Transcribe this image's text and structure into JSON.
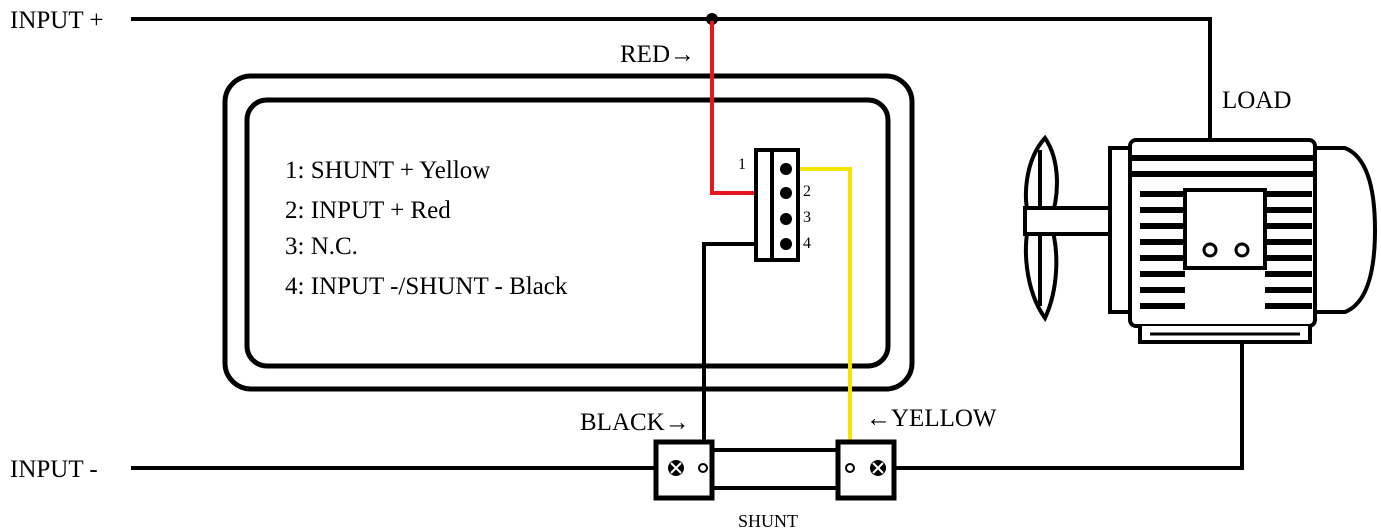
{
  "colors": {
    "wire_black": "#000000",
    "wire_red": "#e8141e",
    "wire_yellow": "#f5e400",
    "background": "#ffffff"
  },
  "labels": {
    "input_plus": "INPUT +",
    "input_minus": "INPUT -",
    "red_wire": "RED→",
    "black_wire": "BLACK→",
    "yellow_wire": "←YELLOW",
    "load": "LOAD",
    "shunt": "SHUNT"
  },
  "meter": {
    "pin_legend": [
      "1: SHUNT + Yellow",
      "2: INPUT + Red",
      "3: N.C.",
      "4: INPUT -/SHUNT - Black"
    ],
    "connector_pins": [
      "1",
      "2",
      "3",
      "4"
    ]
  },
  "icons": {
    "motor": "motor-icon",
    "shunt_screw": "screw-terminal-icon"
  }
}
